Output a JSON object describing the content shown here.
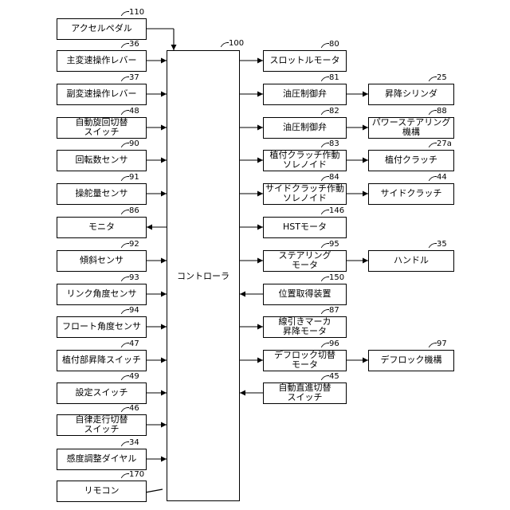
{
  "controller": {
    "label": "コントローラ",
    "ref": "100"
  },
  "left": [
    {
      "id": "accel",
      "label": "アクセルペダル",
      "ref": "110"
    },
    {
      "id": "main-shift",
      "label": "主変速操作レバー",
      "ref": "36"
    },
    {
      "id": "sub-shift",
      "label": "副変速操作レバー",
      "ref": "37"
    },
    {
      "id": "auto-turn",
      "label": "自動旋回切替\nスイッチ",
      "ref": "48"
    },
    {
      "id": "rpm-sensor",
      "label": "回転数センサ",
      "ref": "90"
    },
    {
      "id": "steer-sensor",
      "label": "操舵量センサ",
      "ref": "91"
    },
    {
      "id": "monitor",
      "label": "モニタ",
      "ref": "86"
    },
    {
      "id": "tilt-sensor",
      "label": "傾斜センサ",
      "ref": "92"
    },
    {
      "id": "link-sensor",
      "label": "リンク角度センサ",
      "ref": "93"
    },
    {
      "id": "float-sensor",
      "label": "フロート角度センサ",
      "ref": "94"
    },
    {
      "id": "plant-lift-switch",
      "label": "植付部昇降スイッチ",
      "ref": "47"
    },
    {
      "id": "setting-switch",
      "label": "設定スイッチ",
      "ref": "49"
    },
    {
      "id": "auto-drive-switch",
      "label": "自律走行切替\nスイッチ",
      "ref": "46"
    },
    {
      "id": "sensitivity-dial",
      "label": "感度調整ダイヤル",
      "ref": "34"
    },
    {
      "id": "remote",
      "label": "リモコン",
      "ref": "170"
    }
  ],
  "right": [
    {
      "id": "throttle-motor",
      "label": "スロットルモータ",
      "ref": "80"
    },
    {
      "id": "hyd-valve-1",
      "label": "油圧制御弁",
      "ref": "81"
    },
    {
      "id": "hyd-valve-2",
      "label": "油圧制御弁",
      "ref": "82"
    },
    {
      "id": "plant-clutch-sol",
      "label": "植付クラッチ作動\nソレノイド",
      "ref": "83"
    },
    {
      "id": "side-clutch-sol",
      "label": "サイドクラッチ作動\nソレノイド",
      "ref": "84"
    },
    {
      "id": "hst-motor",
      "label": "HSTモータ",
      "ref": "146"
    },
    {
      "id": "steering-motor",
      "label": "ステアリング\nモータ",
      "ref": "95"
    },
    {
      "id": "position-device",
      "label": "位置取得装置",
      "ref": "150"
    },
    {
      "id": "marker-motor",
      "label": "線引きマーカ\n昇降モータ",
      "ref": "87"
    },
    {
      "id": "diff-lock-motor",
      "label": "デフロック切替\nモータ",
      "ref": "96"
    },
    {
      "id": "straight-switch",
      "label": "自動直進切替\nスイッチ",
      "ref": "45"
    }
  ],
  "far": [
    {
      "id": "lift-cylinder",
      "label": "昇降シリンダ",
      "ref": "25"
    },
    {
      "id": "power-steering",
      "label": "パワーステアリング\n機構",
      "ref": "88"
    },
    {
      "id": "plant-clutch",
      "label": "植付クラッチ",
      "ref": "27a"
    },
    {
      "id": "side-clutch",
      "label": "サイドクラッチ",
      "ref": "44"
    },
    {
      "id": "handle",
      "label": "ハンドル",
      "ref": "35"
    },
    {
      "id": "diff-lock",
      "label": "デフロック機構",
      "ref": "97"
    }
  ]
}
